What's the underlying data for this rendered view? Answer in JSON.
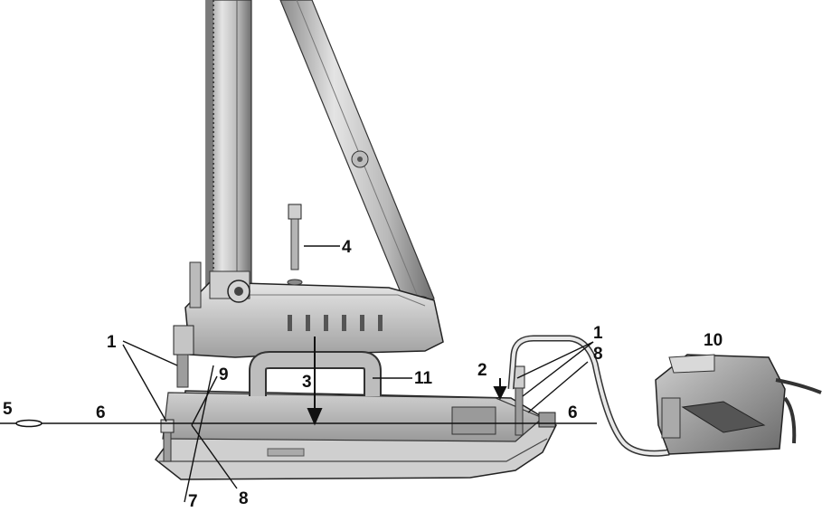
{
  "callouts": {
    "c1_left": "1",
    "c1_right": "1",
    "c2": "2",
    "c3": "3",
    "c4": "4",
    "c5": "5",
    "c6_left": "6",
    "c6_right": "6",
    "c7": "7",
    "c8_bottom": "8",
    "c8_right": "8",
    "c9": "9",
    "c10": "10",
    "c11": "11"
  },
  "colors": {
    "metal_light": "#d9d9d9",
    "metal_mid": "#a9a9a9",
    "metal_dark": "#5c5c5c",
    "outline": "#222222",
    "line": "#111111"
  }
}
